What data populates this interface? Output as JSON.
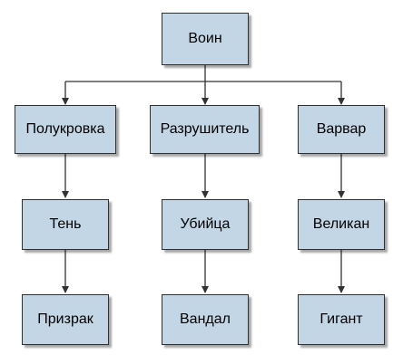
{
  "colors": {
    "node_fill": "#c3d6e6",
    "node_border": "#2f2f2f",
    "connector": "#333333"
  },
  "nodes": {
    "root": "Воин",
    "col1": [
      "Полукровка",
      "Тень",
      "Призрак"
    ],
    "col2": [
      "Разрушитель",
      "Убийца",
      "Вандал"
    ],
    "col3": [
      "Варвар",
      "Великан",
      "Гигант"
    ]
  }
}
